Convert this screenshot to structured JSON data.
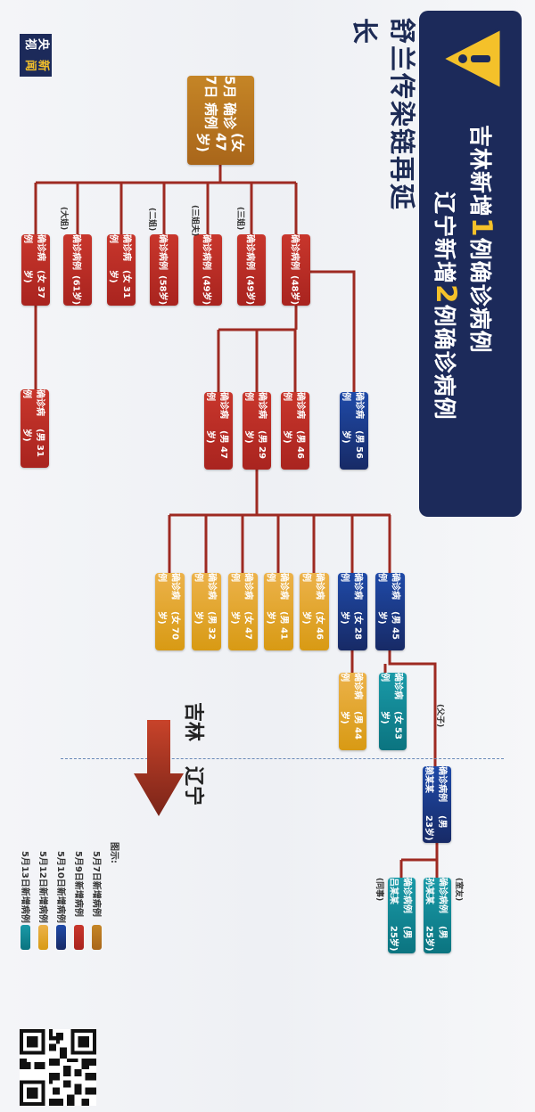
{
  "logo": {
    "line1": "央视",
    "line2": "新闻"
  },
  "title": "舒兰传染链再延长",
  "banner": {
    "icon": "warning-icon",
    "line1": {
      "pre": "吉林新增",
      "num": "1",
      "post": "例确诊病例"
    },
    "line2": {
      "pre": "辽宁新增",
      "num": "2",
      "post": "例确诊病例"
    }
  },
  "colors": {
    "brown": "#b8741e",
    "red": "#b8302a",
    "navy": "#1e3a8a",
    "orange": "#e0a030",
    "teal": "#0f8a9a",
    "line": "#9e2a22"
  },
  "cases": [
    {
      "date": "5月7日",
      "label": "确诊病例",
      "info": "(女 47岁)",
      "color": "brown"
    },
    {
      "label": "确诊病例",
      "info": "(女 37岁)",
      "color": "red"
    },
    {
      "label": "确诊病例",
      "info": "(61岁)",
      "color": "red",
      "relation": "(大姐)"
    },
    {
      "label": "确诊病例",
      "info": "(女 31岁)",
      "color": "red"
    },
    {
      "label": "确诊病例",
      "info": "(58岁)",
      "color": "red",
      "relation": "(二姐)"
    },
    {
      "label": "确诊病例",
      "info": "(49岁)",
      "color": "red",
      "relation": "(三姐夫)"
    },
    {
      "label": "确诊病例",
      "info": "(49岁)",
      "color": "red",
      "relation": "(三姐)"
    },
    {
      "label": "确诊病例",
      "info": "(48岁)",
      "color": "red"
    },
    {
      "label": "确诊病例",
      "info": "(男 31岁)",
      "color": "red"
    },
    {
      "label": "确诊病例",
      "info": "(男 47岁)",
      "color": "red"
    },
    {
      "label": "确诊病例",
      "info": "(男 29岁)",
      "color": "red"
    },
    {
      "label": "确诊病例",
      "info": "(男 46岁)",
      "color": "red"
    },
    {
      "label": "确诊病例",
      "info": "(男 56岁)",
      "color": "navy"
    },
    {
      "label": "确诊病例",
      "info": "(女 70岁)",
      "color": "orange"
    },
    {
      "label": "确诊病例",
      "info": "(男 32岁)",
      "color": "orange"
    },
    {
      "label": "确诊病例",
      "info": "(女 47岁)",
      "color": "orange"
    },
    {
      "label": "确诊病例",
      "info": "(男 41岁)",
      "color": "orange"
    },
    {
      "label": "确诊病例",
      "info": "(女 46岁)",
      "color": "orange"
    },
    {
      "label": "确诊病例",
      "info": "(女 28岁)",
      "color": "navy"
    },
    {
      "label": "确诊病例",
      "info": "(男 45岁)",
      "color": "navy"
    },
    {
      "label": "确诊病例",
      "info": "(男 44岁)",
      "color": "orange"
    },
    {
      "label": "确诊病例",
      "info": "(女 53岁)",
      "color": "teal"
    },
    {
      "label": "确诊病例 赖某某",
      "info": "(男 23岁)",
      "color": "navy",
      "relation": "(父子)"
    },
    {
      "label": "确诊病例 孙某某",
      "info": "(男 25岁)",
      "color": "teal",
      "relation": "(室友)"
    },
    {
      "label": "确诊病例 吕某某",
      "info": "(男 25岁)",
      "color": "teal",
      "relation": "(同事)"
    }
  ],
  "regions": {
    "north": "吉林",
    "south": "辽宁"
  },
  "legend": {
    "title": "图示:",
    "items": [
      {
        "label": "5月7日新增病例",
        "color": "brown"
      },
      {
        "label": "5月9日新增病例",
        "color": "red"
      },
      {
        "label": "5月10日新增病例",
        "color": "navy"
      },
      {
        "label": "5月12日新增病例",
        "color": "orange"
      },
      {
        "label": "5月13日新增病例",
        "color": "teal"
      }
    ]
  }
}
